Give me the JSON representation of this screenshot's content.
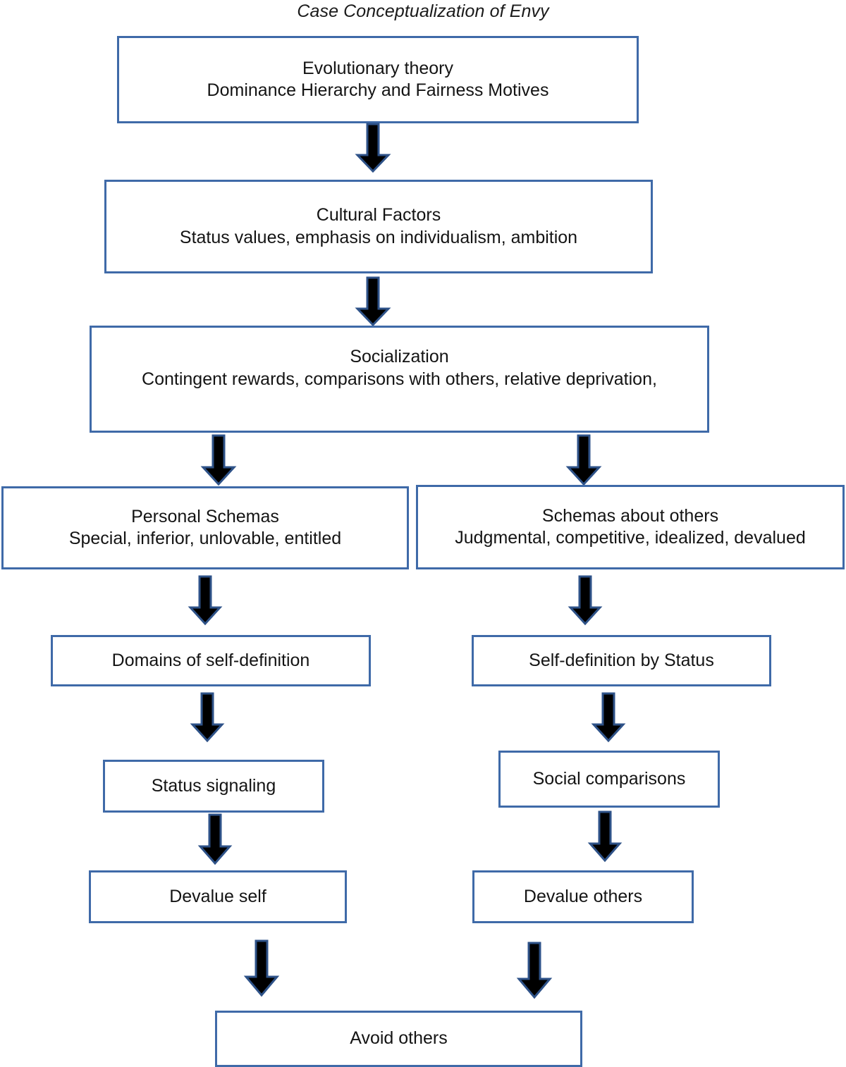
{
  "title": "Case Conceptualization of Envy",
  "colors": {
    "box_border": "#3f6aa8",
    "arrow_fill": "#000000",
    "arrow_outline": "#2e5288",
    "text": "#141414",
    "background": "#ffffff"
  },
  "nodes": {
    "evolutionary_theory": {
      "line1": "Evolutionary theory",
      "line2": "Dominance Hierarchy and Fairness Motives"
    },
    "cultural_factors": {
      "line1": "Cultural Factors",
      "line2": "Status values, emphasis on individualism, ambition"
    },
    "socialization": {
      "line1": "Socialization",
      "line2": "Contingent rewards, comparisons with others, relative deprivation,"
    },
    "personal_schemas": {
      "line1": "Personal Schemas",
      "line2": "Special, inferior, unlovable, entitled"
    },
    "schemas_about_others": {
      "line1": "Schemas about others",
      "line2": "Judgmental, competitive, idealized, devalued"
    },
    "domains_of_self_definition": {
      "line1": "Domains of self-definition"
    },
    "self_definition_by_status": {
      "line1": "Self-definition by Status"
    },
    "status_signaling": {
      "line1": "Status signaling"
    },
    "social_comparisons": {
      "line1": "Social comparisons"
    },
    "devalue_self": {
      "line1": "Devalue self"
    },
    "devalue_others": {
      "line1": "Devalue others"
    },
    "avoid_others": {
      "line1": "Avoid others"
    }
  },
  "edges": [
    {
      "from": "evolutionary_theory",
      "to": "cultural_factors",
      "icon": "down-arrow-icon"
    },
    {
      "from": "cultural_factors",
      "to": "socialization",
      "icon": "down-arrow-icon"
    },
    {
      "from": "socialization",
      "to": "personal_schemas",
      "icon": "down-arrow-icon"
    },
    {
      "from": "socialization",
      "to": "schemas_about_others",
      "icon": "down-arrow-icon"
    },
    {
      "from": "personal_schemas",
      "to": "domains_of_self_definition",
      "icon": "down-arrow-icon"
    },
    {
      "from": "schemas_about_others",
      "to": "self_definition_by_status",
      "icon": "down-arrow-icon"
    },
    {
      "from": "domains_of_self_definition",
      "to": "status_signaling",
      "icon": "down-arrow-icon"
    },
    {
      "from": "self_definition_by_status",
      "to": "social_comparisons",
      "icon": "down-arrow-icon"
    },
    {
      "from": "status_signaling",
      "to": "devalue_self",
      "icon": "down-arrow-icon"
    },
    {
      "from": "social_comparisons",
      "to": "devalue_others",
      "icon": "down-arrow-icon"
    },
    {
      "from": "devalue_self",
      "to": "avoid_others",
      "icon": "down-arrow-icon"
    },
    {
      "from": "devalue_others",
      "to": "avoid_others",
      "icon": "down-arrow-icon"
    }
  ]
}
